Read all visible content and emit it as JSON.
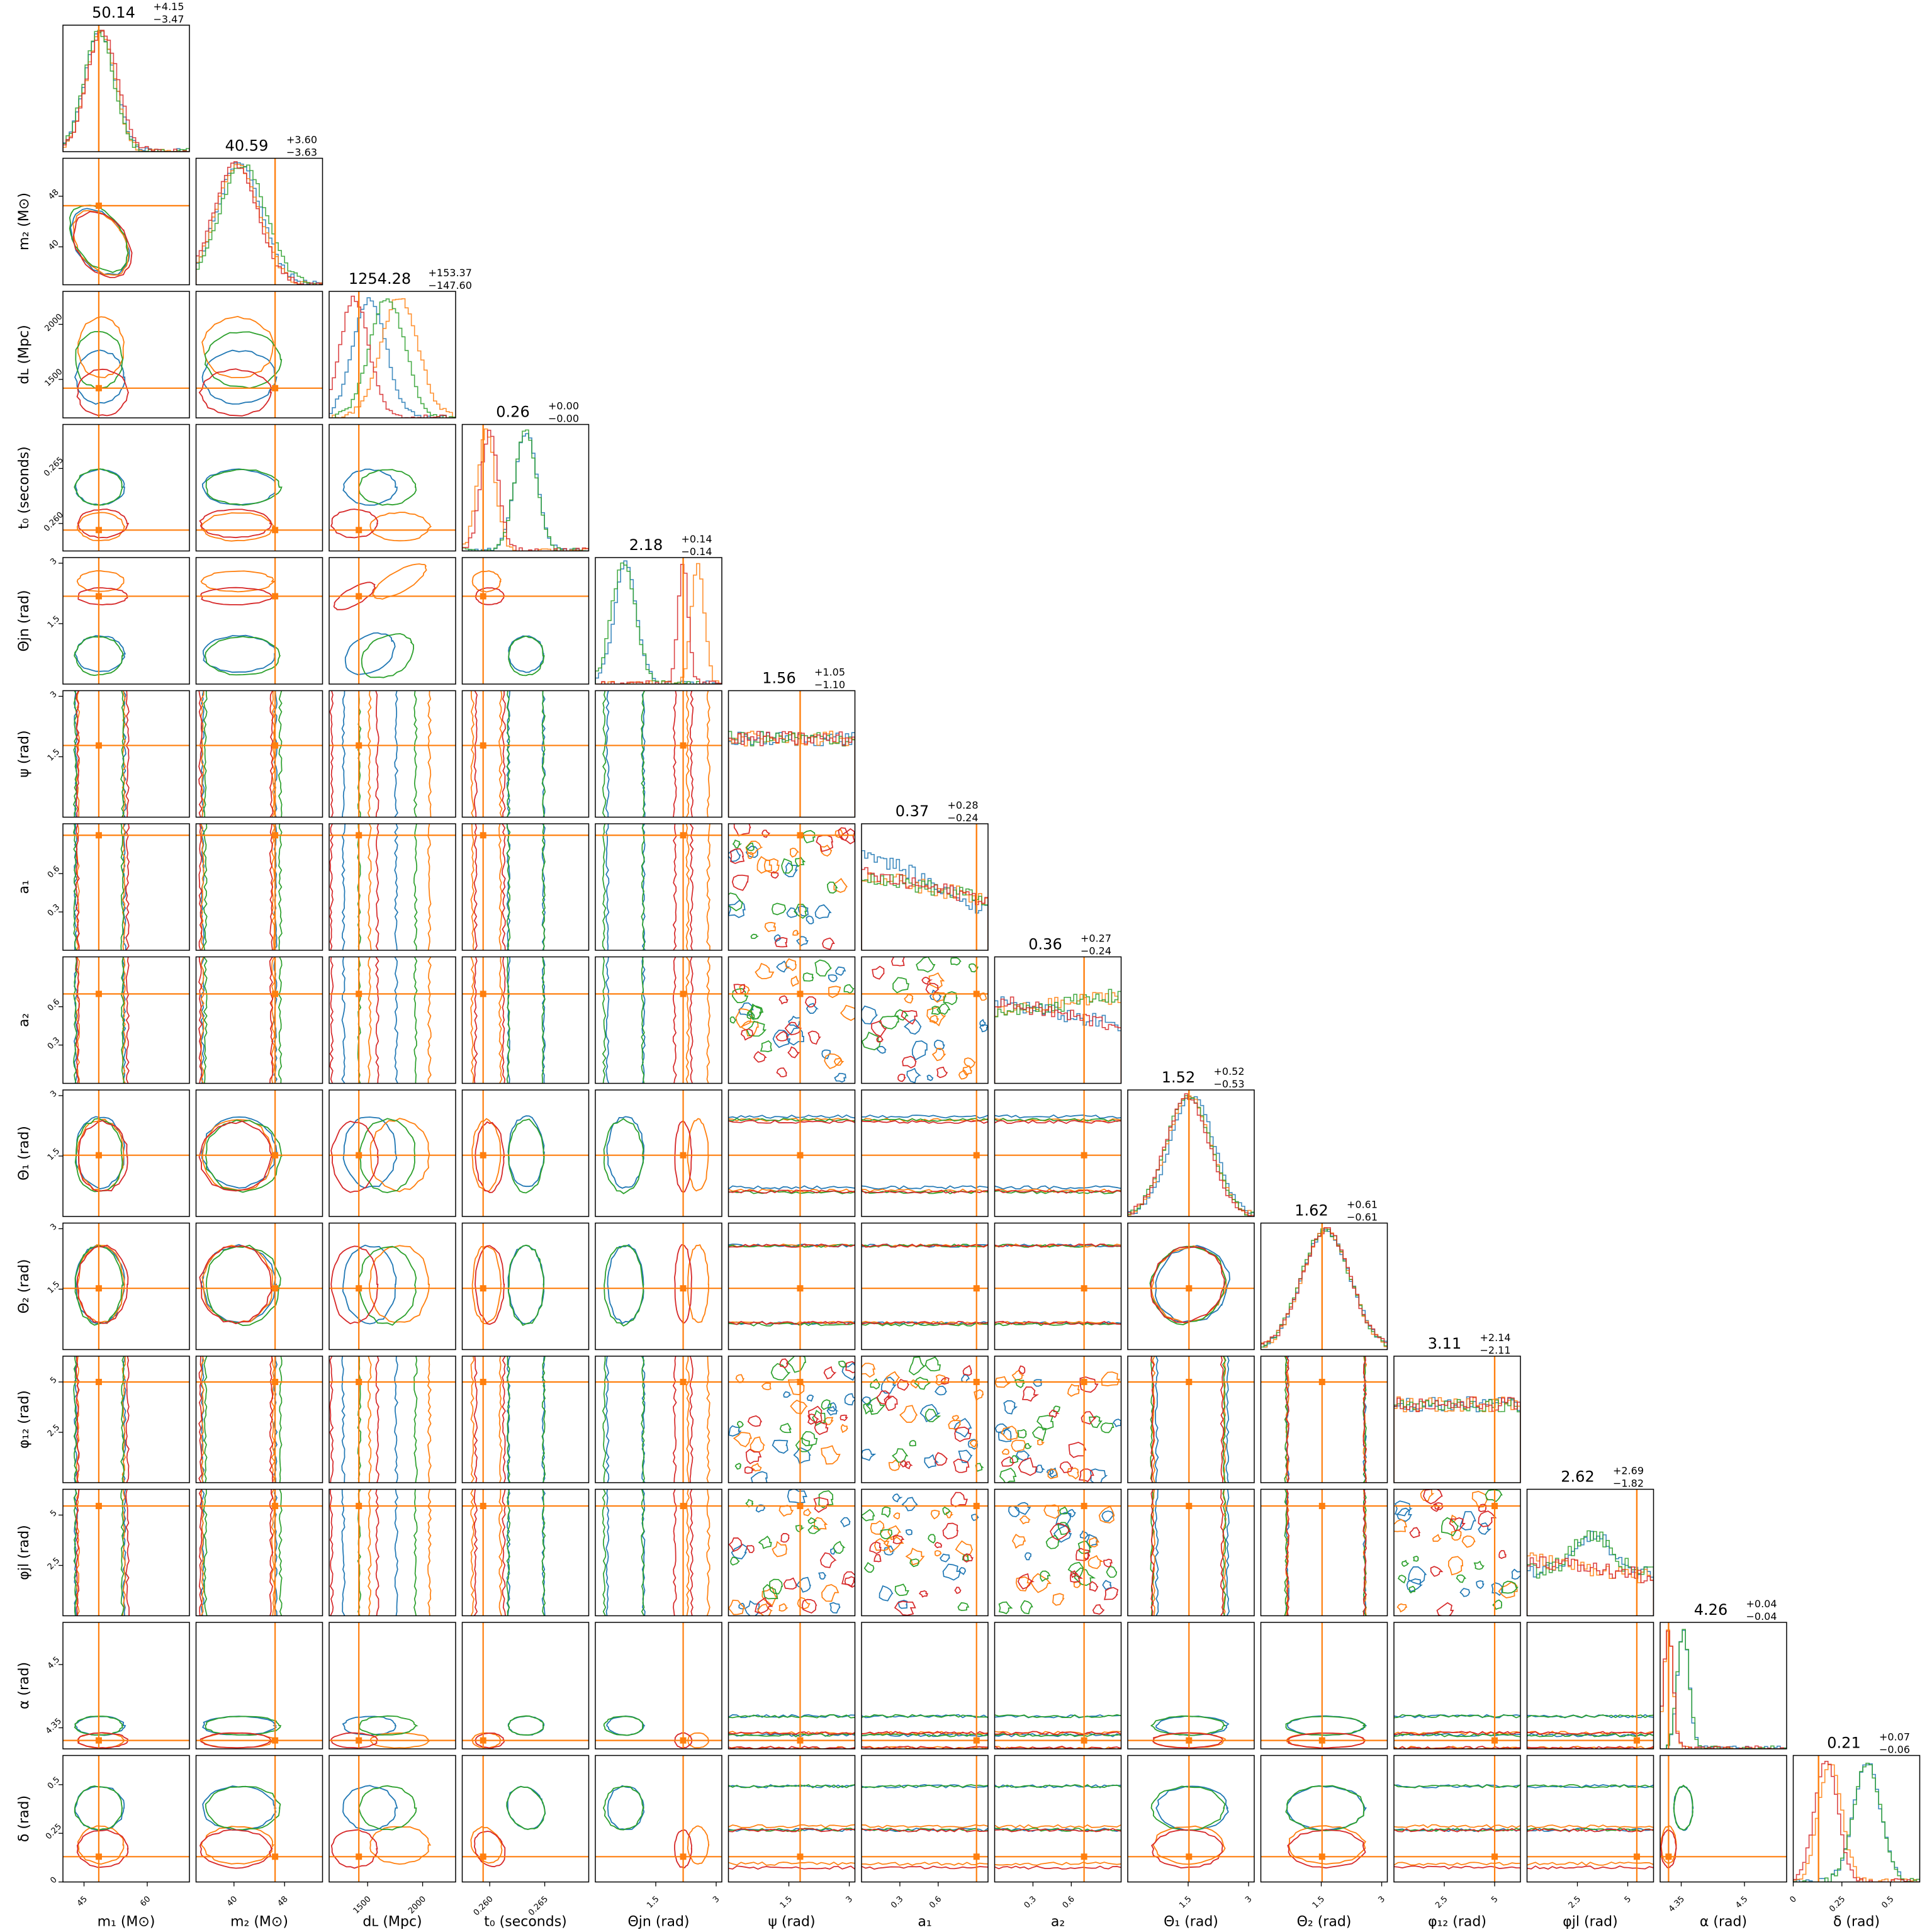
{
  "chart_data": {
    "type": "corner",
    "colors": [
      "#1f77b4",
      "#ff7f0e",
      "#2ca02c",
      "#d62728"
    ],
    "truth_color": "#ff7f0e",
    "parameters": [
      {
        "axis_label": "m₁ (M⊙)",
        "ylabel": "",
        "title_value": "50.14",
        "title_plus": "+4.15",
        "title_minus": "−3.47",
        "range": [
          40,
          70
        ],
        "ticks": [
          45,
          60
        ],
        "truth": 48.5,
        "means": [
          48.8,
          49.0,
          48.5,
          49.4
        ],
        "sigmas": [
          3.6,
          3.4,
          3.5,
          3.7
        ]
      },
      {
        "axis_label": "m₂ (M⊙)",
        "ylabel": "m₂ (M⊙)",
        "title_value": "40.59",
        "title_plus": "+3.60",
        "title_minus": "−3.63",
        "range": [
          34,
          54
        ],
        "ticks": [
          40,
          48
        ],
        "truth": 46.5,
        "means": [
          40.8,
          40.6,
          41.4,
          40.3
        ],
        "sigmas": [
          3.6,
          3.5,
          3.7,
          3.5
        ]
      },
      {
        "axis_label": "dʟ (Mpc)",
        "ylabel": "dʟ (Mpc)",
        "title_value": "1254.28",
        "title_plus": "+153.37",
        "title_minus": "−147.60",
        "range": [
          1150,
          2300
        ],
        "ticks": [
          1500,
          2000
        ],
        "truth": 1420,
        "means": [
          1520,
          1790,
          1680,
          1380
        ],
        "sigmas": [
          150,
          170,
          160,
          130
        ]
      },
      {
        "axis_label": "t₀ (seconds)",
        "ylabel": "t₀ (seconds)",
        "title_value": "0.26",
        "title_plus": "+0.00",
        "title_minus": "−0.00",
        "range": [
          0.2575,
          0.269
        ],
        "ticks": [
          0.26,
          0.265
        ],
        "truth": 0.2594,
        "means": [
          0.2633,
          0.2597,
          0.2633,
          0.26
        ],
        "sigmas": [
          0.001,
          0.0008,
          0.001,
          0.0008
        ]
      },
      {
        "axis_label": "Θjn (rad)",
        "ylabel": "Θjn (rad)",
        "title_value": "2.18",
        "title_plus": "+0.14",
        "title_minus": "−0.14",
        "range": [
          0,
          3.14
        ],
        "ticks": [
          1.5,
          3.0
        ],
        "truth": 2.18,
        "means": [
          0.75,
          2.55,
          0.7,
          2.18
        ],
        "sigmas": [
          0.28,
          0.16,
          0.3,
          0.13
        ]
      },
      {
        "axis_label": "ψ (rad)",
        "ylabel": "ψ (rad)",
        "title_value": "1.56",
        "title_plus": "+1.05",
        "title_minus": "−1.10",
        "range": [
          0,
          3.14
        ],
        "ticks": [
          1.5,
          3.0
        ],
        "truth": 1.78,
        "means": [
          1.57,
          1.57,
          1.57,
          1.57
        ],
        "sigmas": [
          0,
          0,
          0,
          0
        ]
      },
      {
        "axis_label": "a₁",
        "ylabel": "a₁",
        "title_value": "0.37",
        "title_plus": "+0.28",
        "title_minus": "−0.24",
        "range": [
          0,
          0.99
        ],
        "ticks": [
          0.3,
          0.6
        ],
        "truth": 0.9,
        "means": [
          0.5,
          0.5,
          0.5,
          0.5
        ],
        "sigmas": [
          0,
          0,
          0,
          0
        ]
      },
      {
        "axis_label": "a₂",
        "ylabel": "a₂",
        "title_value": "0.36",
        "title_plus": "+0.27",
        "title_minus": "−0.24",
        "range": [
          0,
          0.99
        ],
        "ticks": [
          0.3,
          0.6
        ],
        "truth": 0.7,
        "means": [
          0.5,
          0.5,
          0.5,
          0.5
        ],
        "sigmas": [
          0,
          0,
          0,
          0
        ]
      },
      {
        "axis_label": "Θ₁ (rad)",
        "ylabel": "Θ₁ (rad)",
        "title_value": "1.52",
        "title_plus": "+0.52",
        "title_minus": "−0.53",
        "range": [
          0,
          3.14
        ],
        "ticks": [
          1.5,
          3.0
        ],
        "truth": 1.52,
        "means": [
          1.6,
          1.52,
          1.5,
          1.48
        ],
        "sigmas": [
          0.55,
          0.55,
          0.56,
          0.54
        ]
      },
      {
        "axis_label": "Θ₂ (rad)",
        "ylabel": "Θ₂ (rad)",
        "title_value": "1.62",
        "title_plus": "+0.61",
        "title_minus": "−0.61",
        "range": [
          0,
          3.14
        ],
        "ticks": [
          1.5,
          3.0
        ],
        "truth": 1.52,
        "means": [
          1.62,
          1.62,
          1.6,
          1.62
        ],
        "sigmas": [
          0.6,
          0.6,
          0.61,
          0.6
        ]
      },
      {
        "axis_label": "φ₁₂ (rad)",
        "ylabel": "φ₁₂ (rad)",
        "title_value": "3.11",
        "title_plus": "+2.14",
        "title_minus": "−2.11",
        "range": [
          0,
          6.28
        ],
        "ticks": [
          2.5,
          5.0
        ],
        "truth": 5.0,
        "means": [
          3.14,
          3.14,
          3.14,
          3.14
        ],
        "sigmas": [
          0,
          0,
          0,
          0
        ]
      },
      {
        "axis_label": "φjl (rad)",
        "ylabel": "φjl (rad)",
        "title_value": "2.62",
        "title_plus": "+2.69",
        "title_minus": "−1.82",
        "range": [
          0,
          6.28
        ],
        "ticks": [
          2.5,
          5.0
        ],
        "truth": 5.45,
        "means": [
          3.14,
          3.14,
          3.14,
          3.14
        ],
        "sigmas": [
          0,
          0,
          0,
          0
        ]
      },
      {
        "axis_label": "α (rad)",
        "ylabel": "α (rad)",
        "title_value": "4.26",
        "title_plus": "+0.04",
        "title_minus": "−0.04",
        "range": [
          4.3,
          4.6
        ],
        "ticks": [
          4.35,
          4.5
        ],
        "truth": 4.32,
        "means": [
          4.355,
          4.32,
          4.355,
          4.32
        ],
        "sigmas": [
          0.014,
          0.011,
          0.014,
          0.011
        ]
      },
      {
        "axis_label": "δ (rad)",
        "ylabel": "δ (rad)",
        "title_value": "0.21",
        "title_plus": "+0.07",
        "title_minus": "−0.06",
        "range": [
          0.0,
          0.65
        ],
        "ticks": [
          0.0,
          0.25,
          0.5
        ],
        "truth": 0.13,
        "means": [
          0.38,
          0.19,
          0.38,
          0.17
        ],
        "sigmas": [
          0.07,
          0.06,
          0.07,
          0.06
        ]
      }
    ],
    "uniform_parameters": [
      5,
      6,
      7,
      10,
      11
    ],
    "flat_2d_bands": [
      {
        "param": 5,
        "a": 0.18,
        "b": 2.96
      },
      {
        "param": 6,
        "a": 0.05,
        "b": 0.95
      },
      {
        "param": 7,
        "a": 0.05,
        "b": 0.95
      },
      {
        "param": 10,
        "a": 0.3,
        "b": 5.9
      },
      {
        "param": 11,
        "a": 0.3,
        "b": 5.9
      }
    ]
  }
}
